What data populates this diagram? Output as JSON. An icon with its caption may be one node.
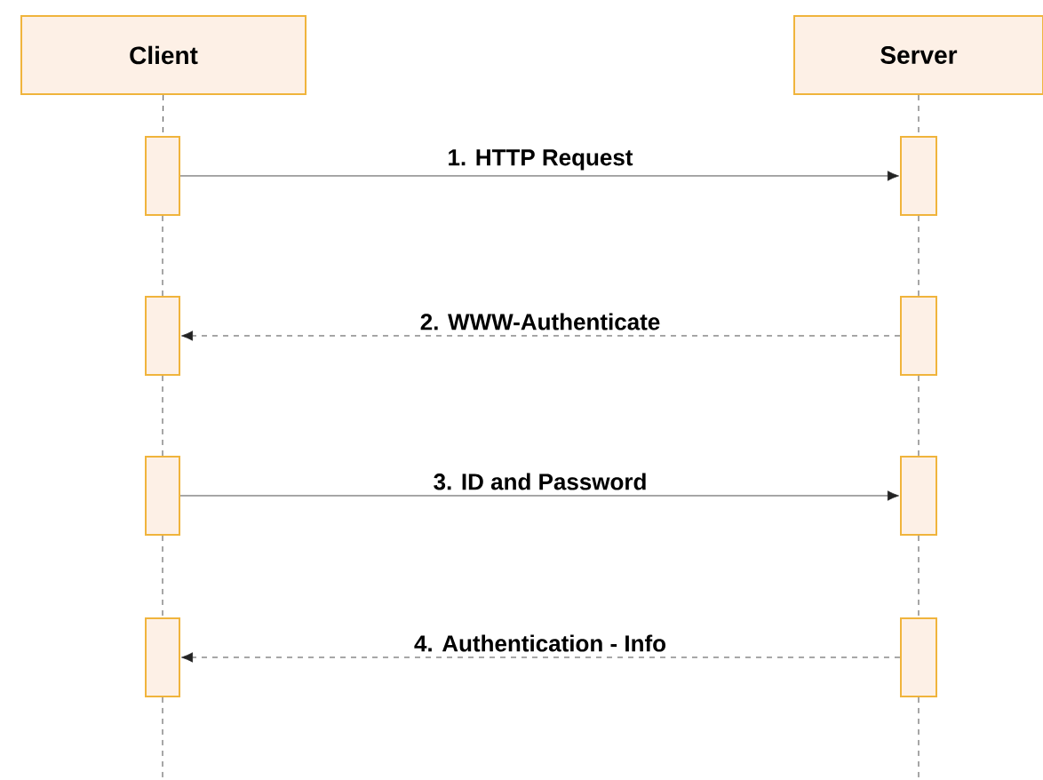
{
  "diagram": {
    "nodes": [
      {
        "text": [
          "Client"
        ]
      },
      {
        "text": [
          "Server"
        ]
      },
      {
        "text": [],
        "shape": "bar"
      },
      {
        "text": [],
        "shape": "bar"
      },
      {
        "text": [],
        "shape": "bar"
      },
      {
        "text": [],
        "shape": "bar"
      },
      {
        "text": [],
        "shape": "bar"
      },
      {
        "text": [],
        "shape": "bar"
      },
      {
        "text": [],
        "shape": "bar"
      },
      {
        "text": [],
        "shape": "bar"
      }
    ],
    "edges": [
      {
        "from": 2,
        "to": 3,
        "arrow": "to",
        "label": "1. HTTP Request"
      },
      {
        "from": 5,
        "to": 4,
        "arrow": "to",
        "label": "2. WWW-Authenticate",
        "style": "dashed"
      },
      {
        "from": 6,
        "to": 7,
        "arrow": "to",
        "label": "3. ID and Password"
      },
      {
        "from": 9,
        "to": 8,
        "arrow": "to",
        "label": "4. Authentication - Info",
        "style": "dashed"
      },
      {
        "from": 0,
        "to": 2,
        "arrow": "none",
        "style": "dashed"
      },
      {
        "from": 2,
        "to": 4,
        "arrow": "none",
        "style": "dashed"
      },
      {
        "from": 4,
        "to": 6,
        "arrow": "none",
        "style": "dashed"
      },
      {
        "from": 6,
        "to": 8,
        "arrow": "none",
        "style": "dashed"
      },
      {
        "from": 8,
        "to": null,
        "arrow": "none",
        "style": "dashed"
      },
      {
        "from": 1,
        "to": 3,
        "arrow": "none",
        "style": "dashed"
      },
      {
        "from": 3,
        "to": 5,
        "arrow": "none",
        "style": "dashed"
      },
      {
        "from": 5,
        "to": 7,
        "arrow": "none",
        "style": "dashed"
      },
      {
        "from": 7,
        "to": 9,
        "arrow": "none",
        "style": "dashed"
      },
      {
        "from": 9,
        "to": null,
        "arrow": "none",
        "style": "dashed"
      }
    ]
  }
}
